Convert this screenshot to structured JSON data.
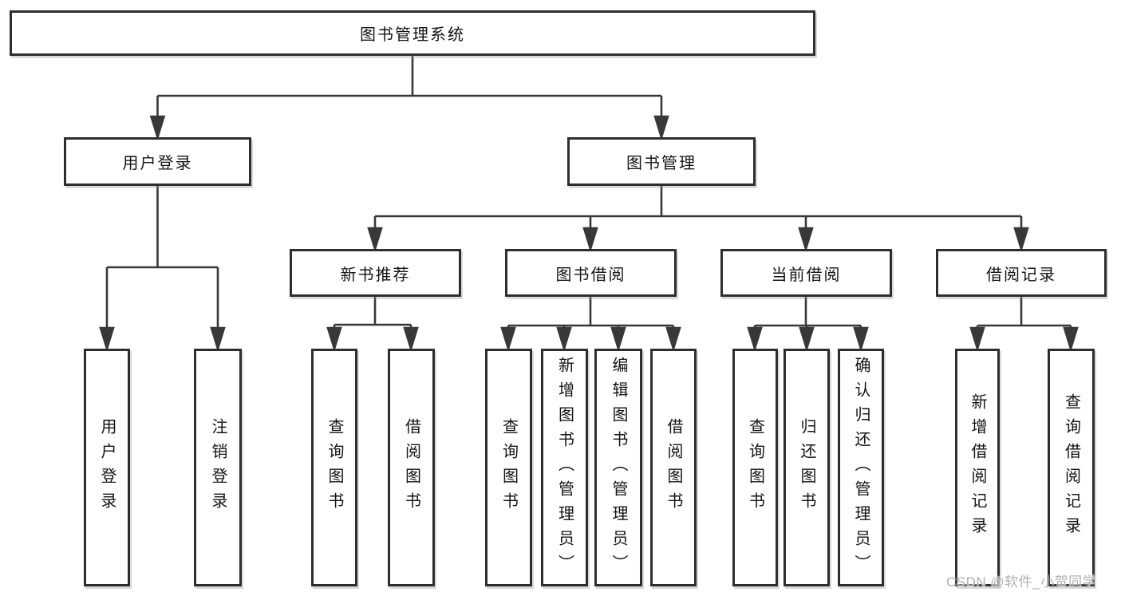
{
  "title": "图书管理系统",
  "watermark": "CSDN @软件_小贺同学",
  "colors": {
    "line": "#383838",
    "box_border": "#2e2e2e",
    "text": "#141414",
    "background": "#ffffff",
    "watermark": "#b0b0b0"
  },
  "tree": {
    "root": {
      "label": "图书管理系统",
      "children": [
        {
          "label": "用户登录",
          "children": [
            {
              "label": "用户登录"
            },
            {
              "label": "注销登录"
            }
          ]
        },
        {
          "label": "图书管理",
          "children": [
            {
              "label": "新书推荐",
              "children": [
                {
                  "label": "查询图书"
                },
                {
                  "label": "借阅图书"
                }
              ]
            },
            {
              "label": "图书借阅",
              "children": [
                {
                  "label": "查询图书"
                },
                {
                  "label": "新增图书（管理员）"
                },
                {
                  "label": "编辑图书（管理员）"
                },
                {
                  "label": "借阅图书"
                }
              ]
            },
            {
              "label": "当前借阅",
              "children": [
                {
                  "label": "查询图书"
                },
                {
                  "label": "归还图书"
                },
                {
                  "label": "确认归还（管理员）"
                }
              ]
            },
            {
              "label": "借阅记录",
              "children": [
                {
                  "label": "新增借阅记录"
                },
                {
                  "label": "查询借阅记录"
                }
              ]
            }
          ]
        }
      ]
    }
  }
}
